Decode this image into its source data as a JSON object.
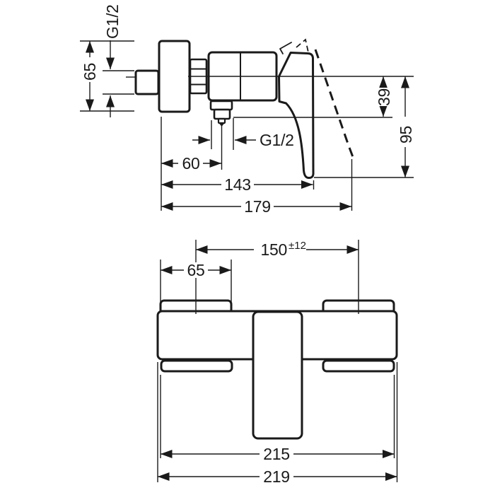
{
  "colors": {
    "ink": "#1a1a1a",
    "paper": "#ffffff"
  },
  "drawing": {
    "type": "technical-dimension-drawing",
    "subject": "wall-mounted single-lever shower mixer, side view and front view"
  },
  "side_view": {
    "inlet_thread": "G1/2",
    "escutcheon_height": "65",
    "center_to_outlet": "39",
    "center_to_handle_end": "95",
    "wall_to_outlet": "60",
    "outlet_thread": "G1/2",
    "depth_handle_closed": "143",
    "depth_handle_open": "179"
  },
  "front_view": {
    "connection_centers": "150",
    "connection_tolerance": "±12",
    "escutcheon_width": "65",
    "body_width": "215",
    "overall_width": "219"
  }
}
